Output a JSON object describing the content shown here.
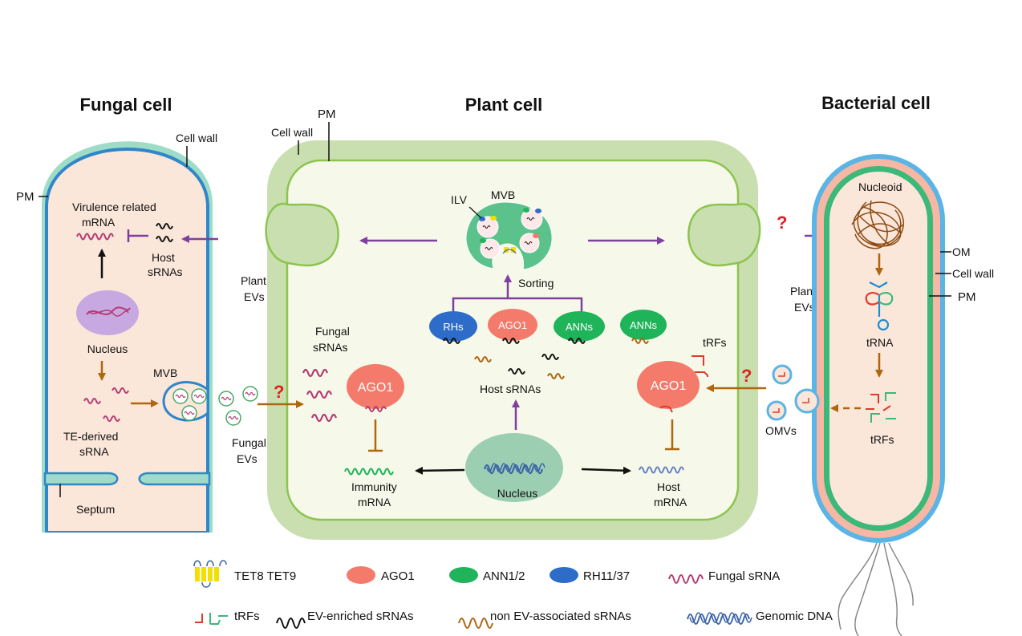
{
  "titles": {
    "fungal": "Fungal cell",
    "plant": "Plant cell",
    "bacterial": "Bacterial cell"
  },
  "fungal": {
    "cell_wall": "Cell wall",
    "pm": "PM",
    "virulence_mrna_1": "Virulence related",
    "virulence_mrna_2": "mRNA",
    "host_srnas_1": "Host",
    "host_srnas_2": "sRNAs",
    "nucleus": "Nucleus",
    "mvb": "MVB",
    "te_srna_1": "TE-derived",
    "te_srna_2": "sRNA",
    "septum": "Septum",
    "fungal_evs_1": "Fungal",
    "fungal_evs_2": "EVs"
  },
  "plant": {
    "pm": "PM",
    "cell_wall": "Cell wall",
    "mvb": "MVB",
    "ilv": "ILV",
    "sorting": "Sorting",
    "plant_evs_left_1": "Plant",
    "plant_evs_left_2": "EVs",
    "rhs": "RHs",
    "ago1_small": "AGO1",
    "anns_1": "ANNs",
    "anns_2": "ANNs",
    "host_srnas": "Host sRNAs",
    "fungal_srnas_1": "Fungal",
    "fungal_srnas_2": "sRNAs",
    "ago1_left": "AGO1",
    "ago1_right": "AGO1",
    "immunity_mrna_1": "Immunity",
    "immunity_mrna_2": "mRNA",
    "nucleus": "Nucleus",
    "host_mrna_1": "Host",
    "host_mrna_2": "mRNA",
    "trfs": "tRFs",
    "question": "?"
  },
  "bacterial": {
    "nucleoid": "Nucleoid",
    "om": "OM",
    "cell_wall": "Cell wall",
    "pm": "PM",
    "trna": "tRNA",
    "trfs": "tRFs",
    "plant_evs_1": "Plant",
    "plant_evs_2": "EVs",
    "omvs": "OMVs"
  },
  "legend": {
    "tet": "TET8 TET9",
    "ago1": "AGO1",
    "ann": "ANN1/2",
    "rh": "RH11/37",
    "fungal_srna": "Fungal sRNA",
    "trfs": "tRFs",
    "ev_srnas": "EV-enriched sRNAs",
    "non_ev_srnas": "non EV-associated sRNAs",
    "genomic_dna": "Genomic DNA"
  },
  "colors": {
    "plant_wall": "#c9dfb0",
    "plant_cyto": "#f6f9e9",
    "fungal_cyto": "#fbe6da",
    "fungal_wall": "#9fdcc7",
    "fungal_pm": "#2f86c8",
    "bact_om": "#5ab4e5",
    "bact_wall": "#f6b8a4",
    "bact_pm": "#3cb878",
    "bact_cyto": "#fbe6da",
    "ago1": "#f47a6c",
    "ann": "#1fb35a",
    "rh": "#2d6cc9",
    "mvb": "#5cc28c",
    "purple_arrow": "#7f3fa0",
    "brown_arrow": "#b0650f",
    "fungal_srna": "#b53a73",
    "ev_srna": "#111111",
    "non_ev_srna": "#b0650f",
    "genomic_dna": "#3f65a8",
    "nucleus_fungal": "#c8a8e0",
    "nucleus_plant": "#9ccfb2",
    "question": "#e02020"
  }
}
